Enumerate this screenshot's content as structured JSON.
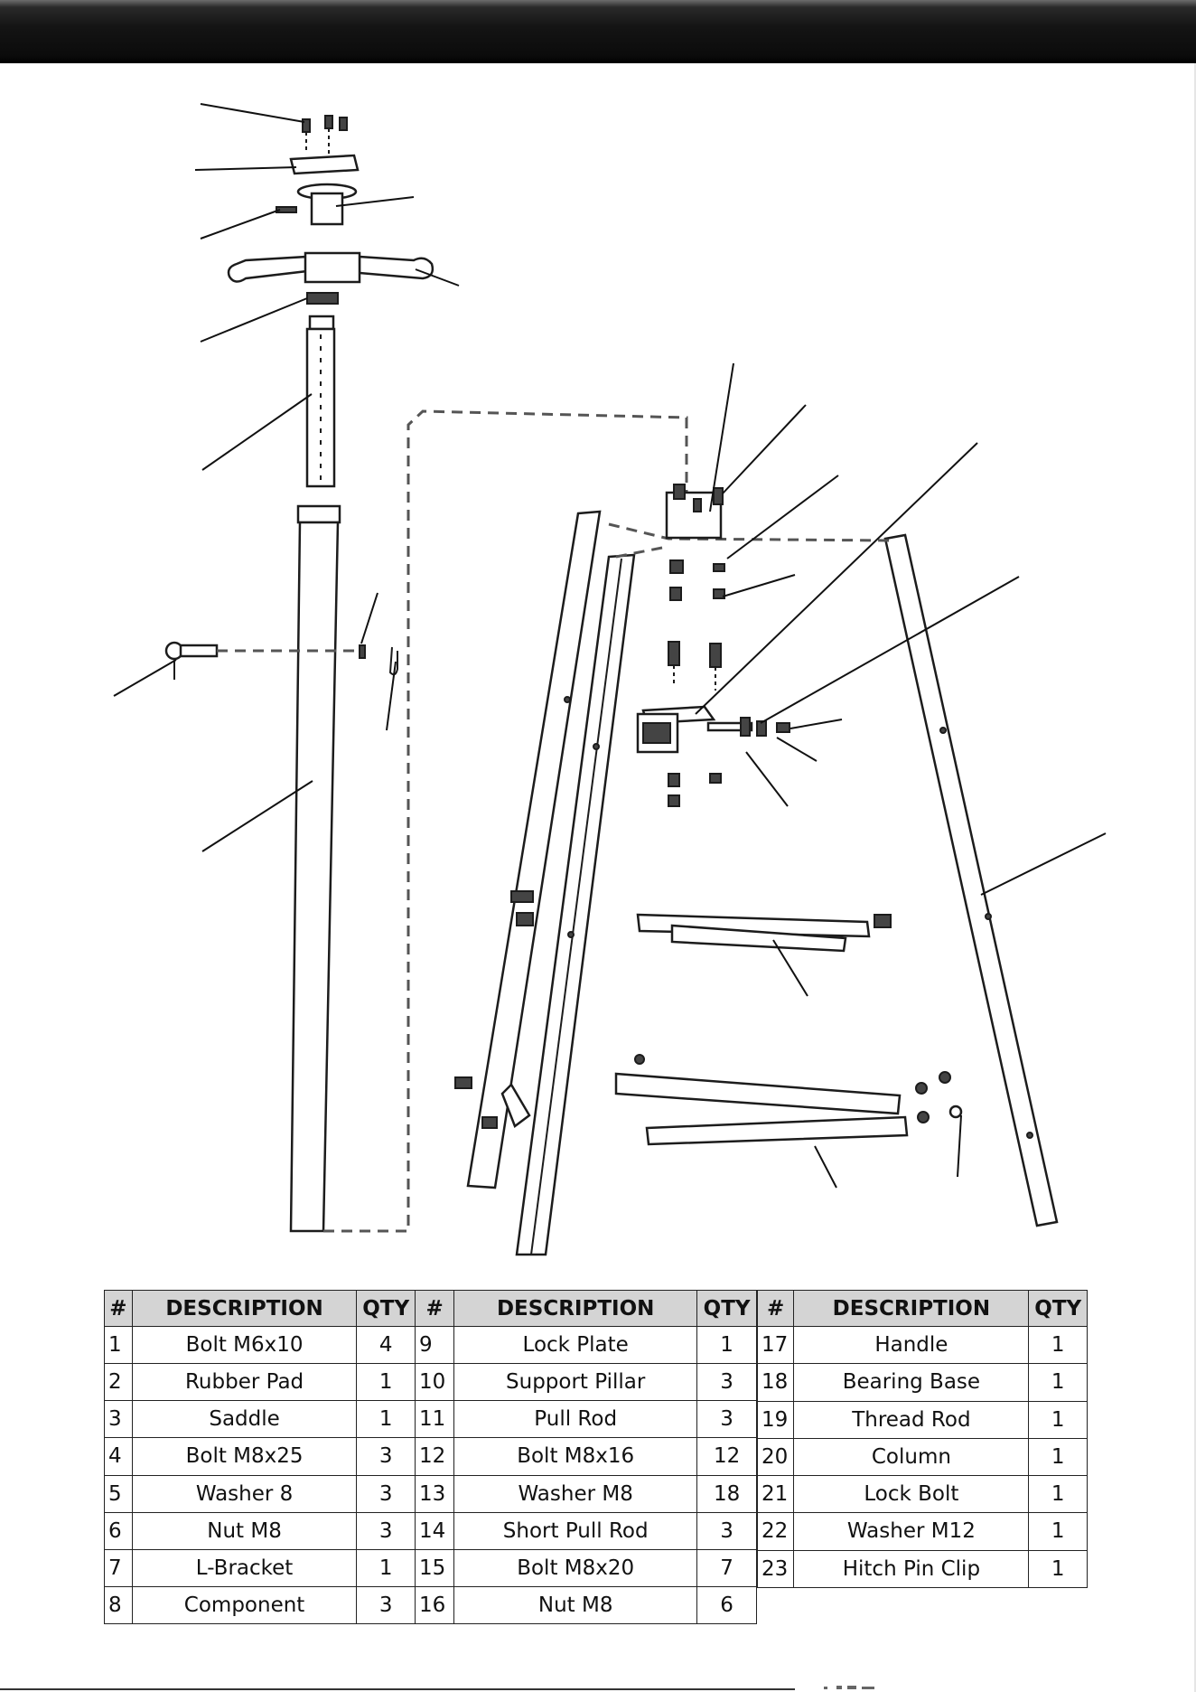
{
  "parts_table": {
    "headers": {
      "num": "#",
      "description": "DESCRIPTION",
      "qty": "QTY"
    },
    "left_group": [
      [
        {
          "num": "1",
          "desc": "Bolt M6x10",
          "qty": "4"
        },
        {
          "num": "9",
          "desc": "Lock Plate",
          "qty": "1"
        }
      ],
      [
        {
          "num": "2",
          "desc": "Rubber Pad",
          "qty": "1"
        },
        {
          "num": "10",
          "desc": "Support Pillar",
          "qty": "3"
        }
      ],
      [
        {
          "num": "3",
          "desc": "Saddle",
          "qty": "1"
        },
        {
          "num": "11",
          "desc": "Pull Rod",
          "qty": "3"
        }
      ],
      [
        {
          "num": "4",
          "desc": "Bolt M8x25",
          "qty": "3"
        },
        {
          "num": "12",
          "desc": "Bolt M8x16",
          "qty": "12"
        }
      ],
      [
        {
          "num": "5",
          "desc": "Washer 8",
          "qty": "3"
        },
        {
          "num": "13",
          "desc": "Washer M8",
          "qty": "18"
        }
      ],
      [
        {
          "num": "6",
          "desc": "Nut M8",
          "qty": "3"
        },
        {
          "num": "14",
          "desc": "Short Pull Rod",
          "qty": "3"
        }
      ],
      [
        {
          "num": "7",
          "desc": "L-Bracket",
          "qty": "1"
        },
        {
          "num": "15",
          "desc": "Bolt M8x20",
          "qty": "7"
        }
      ],
      [
        {
          "num": "8",
          "desc": "Component",
          "qty": "3"
        },
        {
          "num": "16",
          "desc": "Nut M8",
          "qty": "6"
        }
      ]
    ],
    "right_group": [
      {
        "num": "17",
        "desc": "Handle",
        "qty": "1"
      },
      {
        "num": "18",
        "desc": "Bearing Base",
        "qty": "1"
      },
      {
        "num": "19",
        "desc": "Thread Rod",
        "qty": "1"
      },
      {
        "num": "20",
        "desc": "Column",
        "qty": "1"
      },
      {
        "num": "21",
        "desc": "Lock Bolt",
        "qty": "1"
      },
      {
        "num": "22",
        "desc": "Washer M12",
        "qty": "1"
      },
      {
        "num": "23",
        "desc": "Hitch Pin Clip",
        "qty": "1"
      }
    ]
  }
}
